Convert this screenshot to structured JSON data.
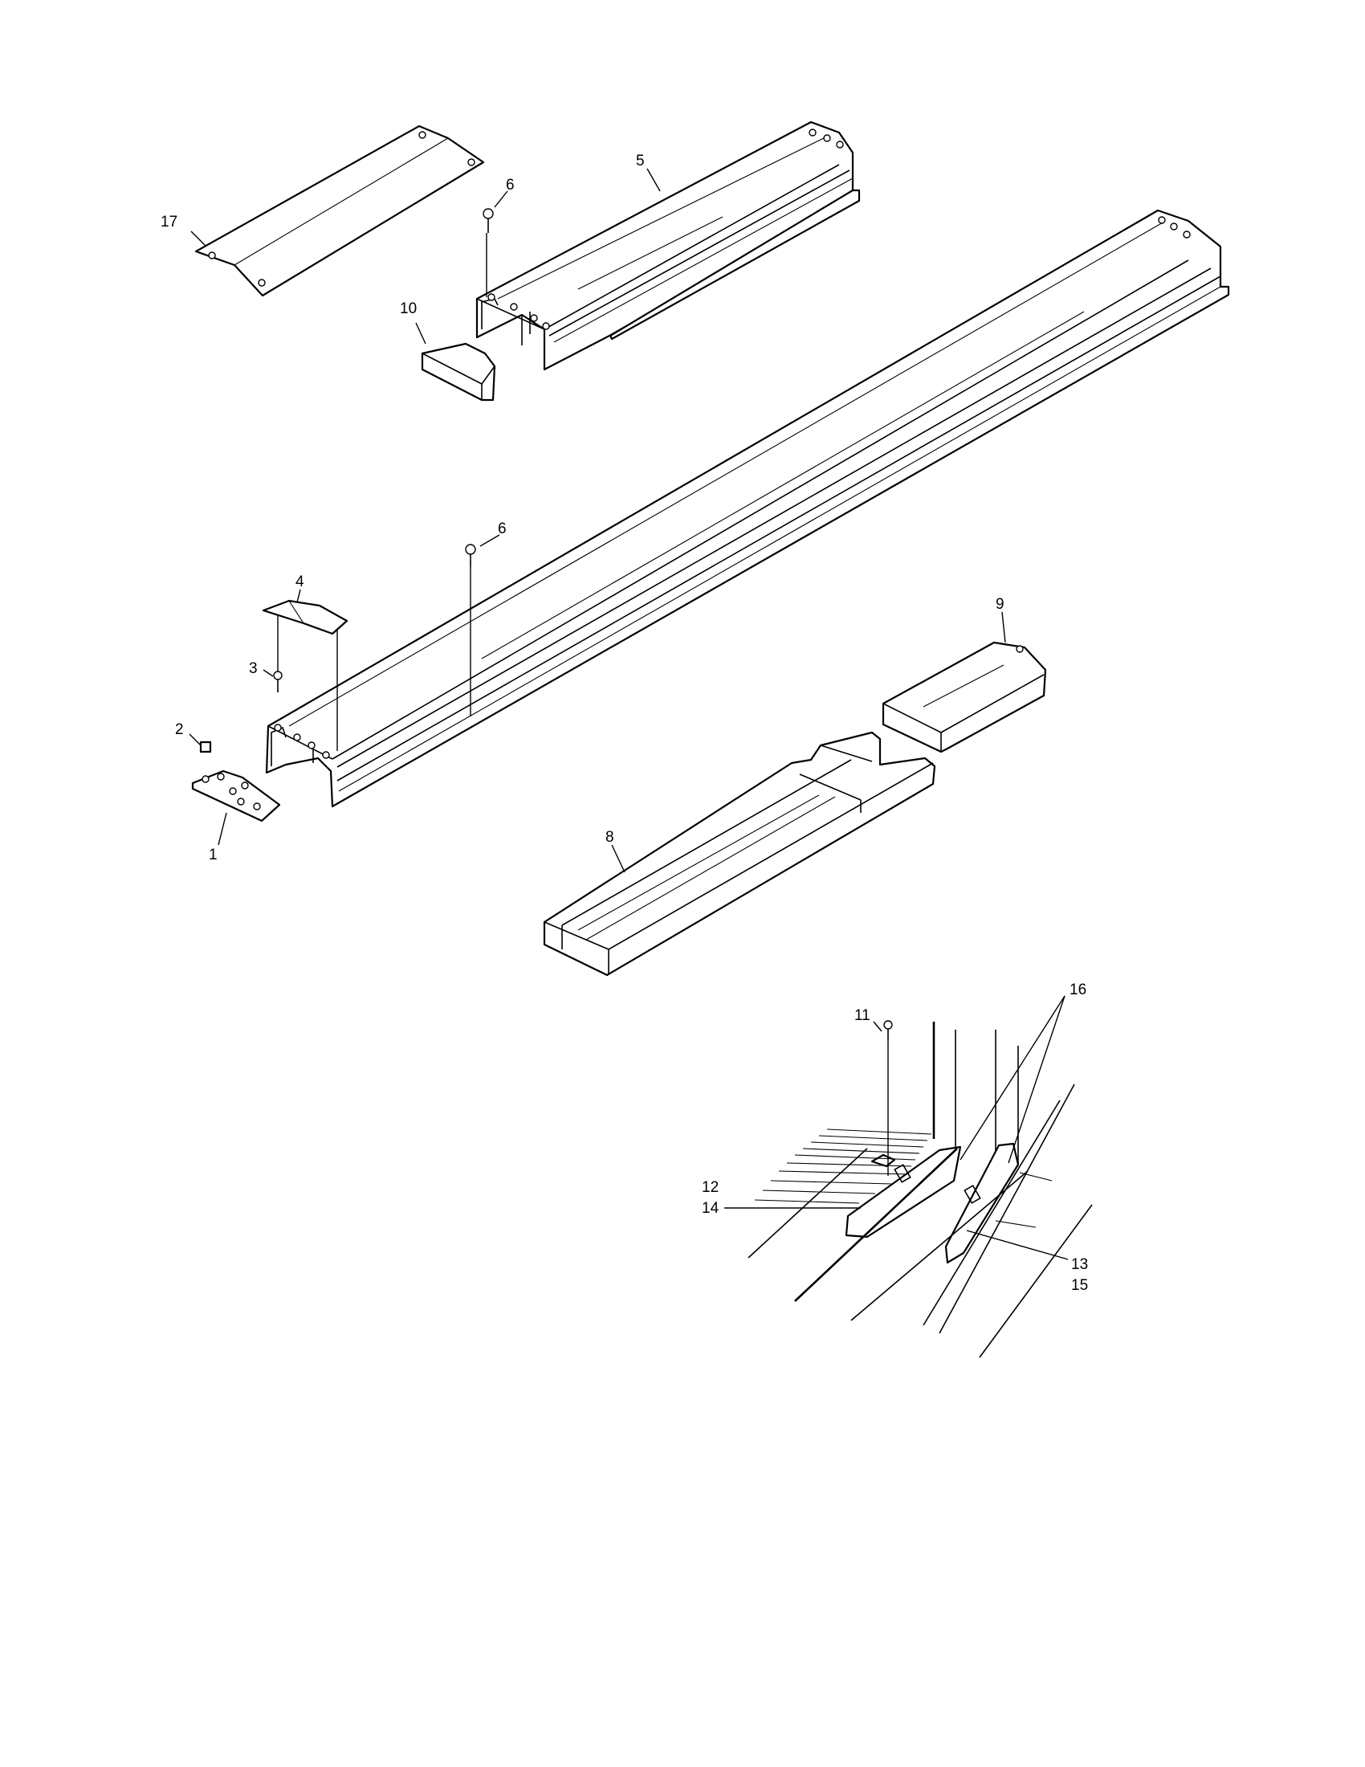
{
  "callouts": [
    {
      "id": "17",
      "label": "17"
    },
    {
      "id": "5",
      "label": "5"
    },
    {
      "id": "6a",
      "label": "6"
    },
    {
      "id": "10",
      "label": "10"
    },
    {
      "id": "6b",
      "label": "6"
    },
    {
      "id": "4",
      "label": "4"
    },
    {
      "id": "9",
      "label": "9"
    },
    {
      "id": "3",
      "label": "3"
    },
    {
      "id": "2",
      "label": "2"
    },
    {
      "id": "1",
      "label": "1"
    },
    {
      "id": "8",
      "label": "8"
    },
    {
      "id": "16",
      "label": "16"
    },
    {
      "id": "11",
      "label": "11"
    },
    {
      "id": "12",
      "label": "12"
    },
    {
      "id": "14",
      "label": "14"
    },
    {
      "id": "13",
      "label": "13"
    },
    {
      "id": "15",
      "label": "15"
    }
  ]
}
